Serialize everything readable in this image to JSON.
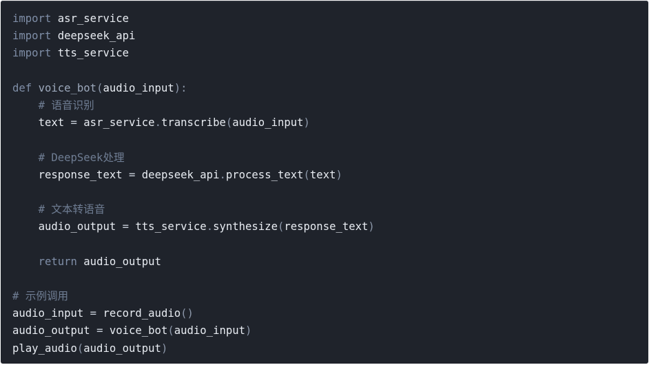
{
  "code": {
    "imports": [
      {
        "keyword": "import",
        "module": "asr_service"
      },
      {
        "keyword": "import",
        "module": "deepseek_api"
      },
      {
        "keyword": "import",
        "module": "tts_service"
      }
    ],
    "function_def": {
      "keyword": "def",
      "name": "voice_bot",
      "open": "(",
      "param": "audio_input",
      "close": "):"
    },
    "comment_asr": "# 语音识别",
    "line_transcribe": {
      "target": "text",
      "assign": "=",
      "object": "asr_service",
      "dot": ".",
      "method": "transcribe",
      "open": "(",
      "arg": "audio_input",
      "close": ")"
    },
    "comment_deepseek": "# DeepSeek处理",
    "line_process": {
      "target": "response_text",
      "assign": "=",
      "object": "deepseek_api",
      "dot": ".",
      "method": "process_text",
      "open": "(",
      "arg": "text",
      "close": ")"
    },
    "comment_tts": "# 文本转语音",
    "line_synthesize": {
      "target": "audio_output",
      "assign": "=",
      "object": "tts_service",
      "dot": ".",
      "method": "synthesize",
      "open": "(",
      "arg": "response_text",
      "close": ")"
    },
    "return_line": {
      "keyword": "return",
      "value": "audio_output"
    },
    "comment_example": "# 示例调用",
    "line_record": {
      "target": "audio_input",
      "assign": "=",
      "call": "record_audio",
      "open": "(",
      "close": ")"
    },
    "line_voicebot": {
      "target": "audio_output",
      "assign": "=",
      "call": "voice_bot",
      "open": "(",
      "arg": "audio_input",
      "close": ")"
    },
    "line_play": {
      "call": "play_audio",
      "open": "(",
      "arg": "audio_output",
      "close": ")"
    }
  }
}
